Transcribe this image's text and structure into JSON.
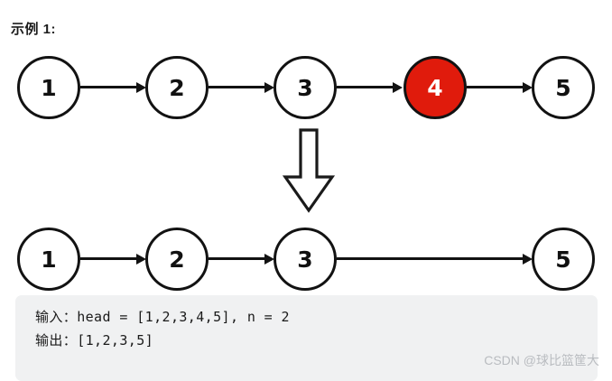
{
  "title": "示例 1:",
  "diagram": {
    "top_row": {
      "label": "original-linked-list",
      "nodes": [
        {
          "value": "1",
          "highlight": false
        },
        {
          "value": "2",
          "highlight": false
        },
        {
          "value": "3",
          "highlight": false
        },
        {
          "value": "4",
          "highlight": true
        },
        {
          "value": "5",
          "highlight": false
        }
      ]
    },
    "bottom_row": {
      "label": "result-linked-list",
      "nodes": [
        {
          "value": "1",
          "highlight": false
        },
        {
          "value": "2",
          "highlight": false
        },
        {
          "value": "3",
          "highlight": false
        },
        {
          "value": "5",
          "highlight": false
        }
      ]
    },
    "transform_arrow": "down-arrow-icon"
  },
  "info": {
    "input_line": "输入：head = [1,2,3,4,5], n = 2",
    "output_line": "输出：[1,2,3,5]"
  },
  "watermark": "CSDN @球比篮筐大",
  "colors": {
    "highlight": "#E01B0C",
    "stroke": "#121212",
    "infobox_bg": "#F0F1F2",
    "watermark": "#b9bcc0"
  }
}
